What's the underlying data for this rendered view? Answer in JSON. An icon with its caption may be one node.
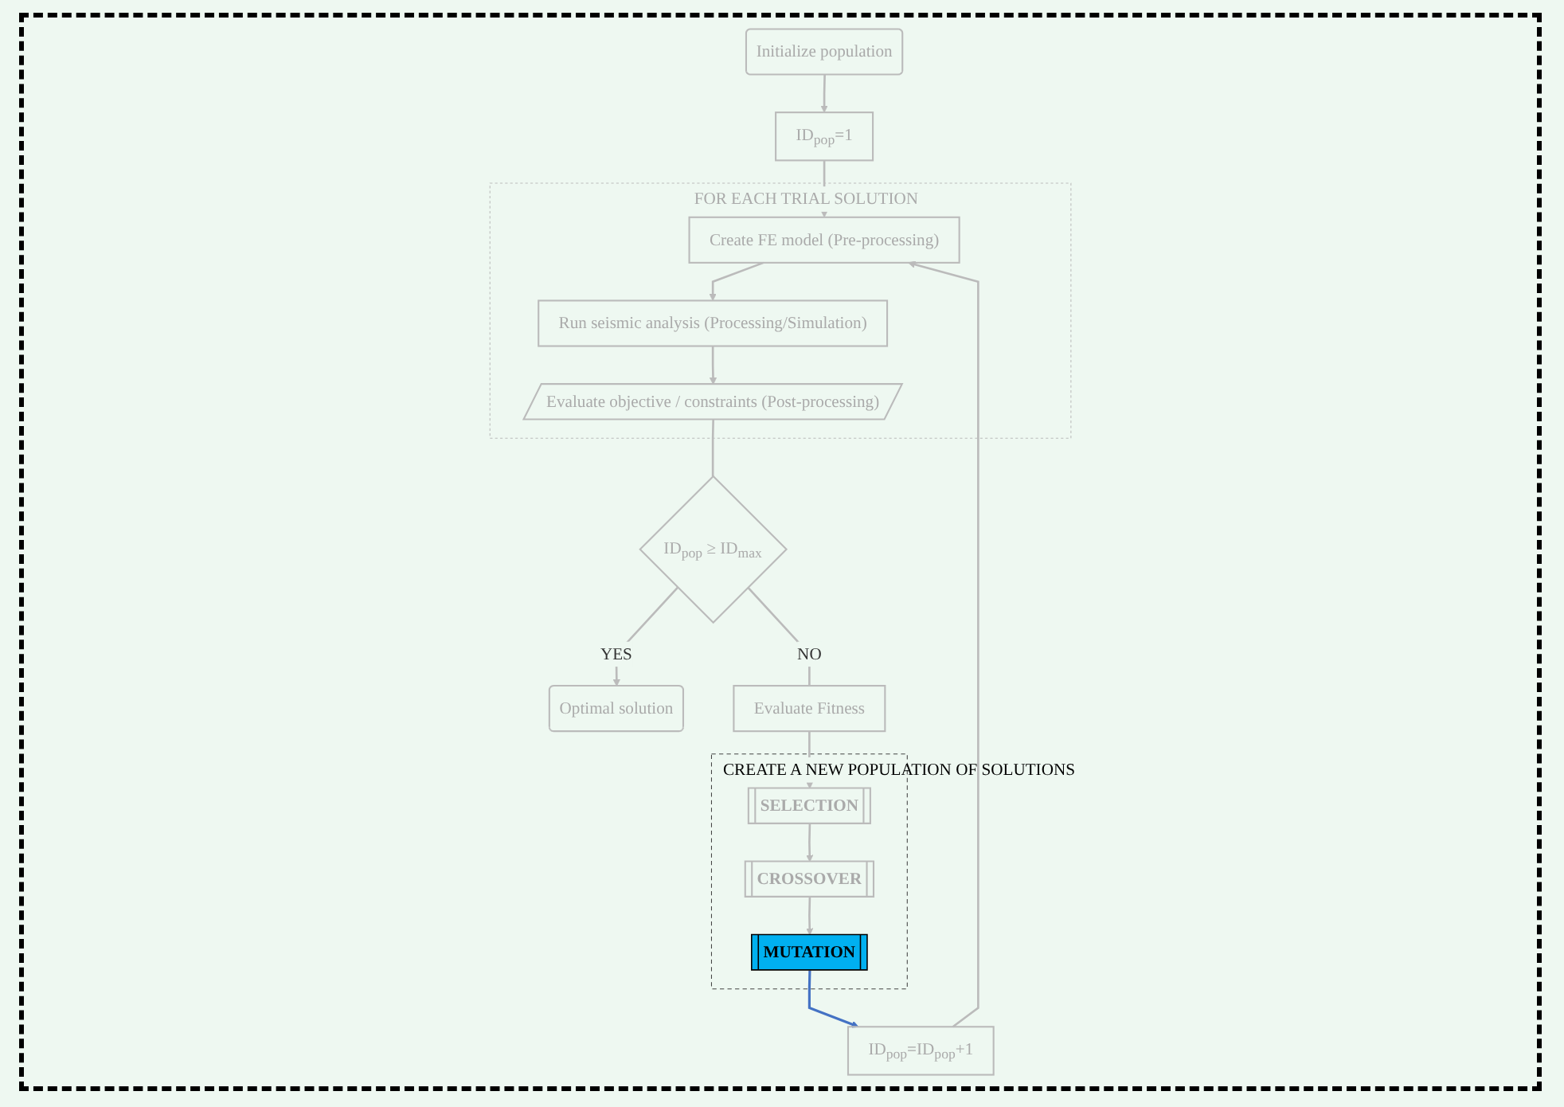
{
  "diagram": {
    "nodes": [
      {
        "text": [
          "Initialize population"
        ]
      },
      {
        "text": [
          "ID$_{pop}$=1"
        ]
      },
      {
        "text": [
          "FOR EACH TRIAL SOLUTION"
        ]
      },
      {
        "text": [
          "Create  FE model (Pre-processing)"
        ],
        "in": 2
      },
      {
        "text": [
          "Run seismic analysis (Processing/Simulation)"
        ],
        "in": 2
      },
      {
        "text": [
          "Evaluate objective / constraints (Post-processing)"
        ],
        "in": 2
      },
      {
        "text": [
          "ID$_{pop}$ ≥ ID$_{max}$"
        ]
      },
      {
        "text": [
          "Optimal solution"
        ]
      },
      {
        "text": [
          "Evaluate Fitness"
        ]
      },
      {
        "text": [
          "CREATE A NEW POPULATION OF SOLUTIONS"
        ]
      },
      {
        "text": [
          "SELECTION"
        ],
        "in": 9
      },
      {
        "text": [
          "CROSSOVER"
        ],
        "in": 9
      },
      {
        "text": [
          "MUTATION"
        ],
        "in": 9
      },
      {
        "text": [
          "ID$_{pop}$=ID$_{pop}$+1"
        ]
      }
    ],
    "edges": [
      {
        "from": 0,
        "to": 1,
        "arrow": "to"
      },
      {
        "from": 1,
        "to": 3,
        "arrow": "to"
      },
      {
        "from": 3,
        "to": 4,
        "arrow": "to"
      },
      {
        "from": 4,
        "to": 5,
        "arrow": "to"
      },
      {
        "from": 5,
        "to": 6,
        "arrow": "none"
      },
      {
        "from": 6,
        "to": 7,
        "label": "YES",
        "arrow": "to"
      },
      {
        "from": 6,
        "to": 8,
        "label": "NO",
        "arrow": "none"
      },
      {
        "from": 8,
        "to": 10,
        "arrow": "to"
      },
      {
        "from": 10,
        "to": 11,
        "arrow": "to"
      },
      {
        "from": 11,
        "to": 12,
        "arrow": "to"
      },
      {
        "from": 12,
        "to": 13,
        "arrow": "to",
        "color": "#4472c4"
      },
      {
        "from": 13,
        "to": 3,
        "arrow": "to"
      }
    ]
  }
}
